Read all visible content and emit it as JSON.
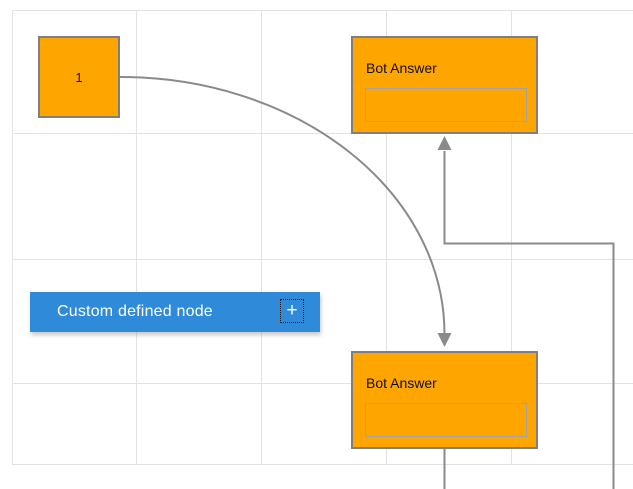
{
  "colors": {
    "canvas_bg": "#ffffff",
    "grid_line": "#e3e3e3",
    "node_orange": "#ffa500",
    "node_border": "#7f7f7f",
    "inner_field_border": "#a3a3a3",
    "connector": "#8a8a8a",
    "custom_node_blue": "#2f8bd9",
    "label_dark": "#111111",
    "label_light": "#ffffff"
  },
  "nodes": {
    "start_node": {
      "label": "1"
    },
    "bot_answer_top": {
      "title": "Bot Answer",
      "field_value": ""
    },
    "bot_answer_bottom": {
      "title": "Bot Answer",
      "field_value": ""
    },
    "custom_node": {
      "label": "Custom defined node",
      "add_icon": "+"
    }
  }
}
